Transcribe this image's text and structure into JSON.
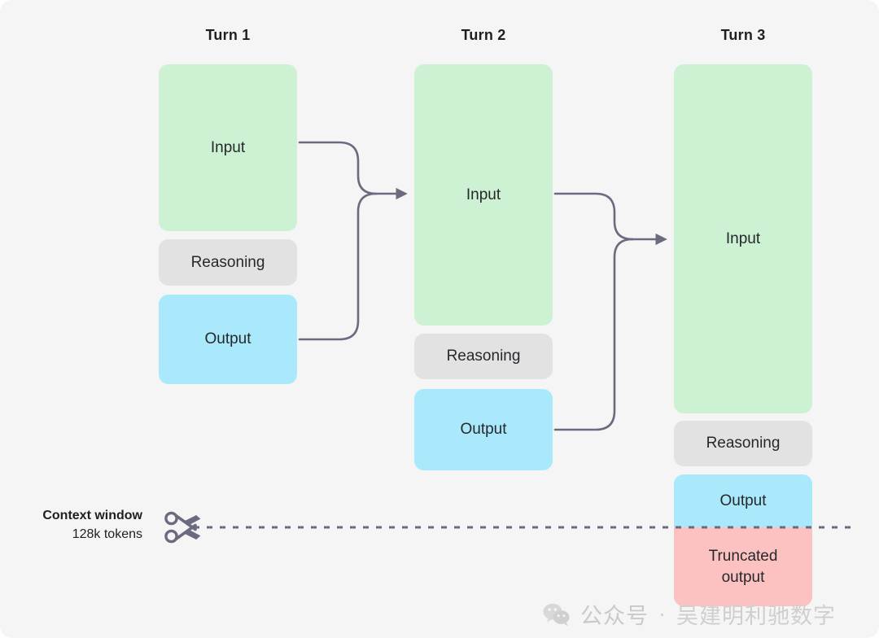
{
  "diagram": {
    "title_row": [
      {
        "label": "Turn 1"
      },
      {
        "label": "Turn 2"
      },
      {
        "label": "Turn 3"
      }
    ],
    "turns": [
      {
        "name": "Turn 1",
        "blocks": [
          {
            "kind": "input",
            "label": "Input"
          },
          {
            "kind": "reasoning",
            "label": "Reasoning"
          },
          {
            "kind": "output",
            "label": "Output"
          }
        ]
      },
      {
        "name": "Turn 2",
        "blocks": [
          {
            "kind": "input",
            "label": "Input"
          },
          {
            "kind": "reasoning",
            "label": "Reasoning"
          },
          {
            "kind": "output",
            "label": "Output"
          }
        ]
      },
      {
        "name": "Turn 3",
        "blocks": [
          {
            "kind": "input",
            "label": "Input"
          },
          {
            "kind": "reasoning",
            "label": "Reasoning"
          },
          {
            "kind": "output",
            "label": "Output"
          },
          {
            "kind": "truncated",
            "label": "Truncated output"
          }
        ]
      }
    ],
    "context_window": {
      "line1": "Context window",
      "line2": "128k tokens",
      "icon": "scissors-icon"
    },
    "colors": {
      "background": "#f5f5f5",
      "input": "#cdf2d3",
      "reasoning": "#e2e2e2",
      "output": "#a9e9fb",
      "truncated": "#fcc2c2",
      "connector": "#6b6b80",
      "text": "#26282c"
    }
  },
  "watermark": {
    "icon": "wechat-icon",
    "prefix": "公众号",
    "separator": "·",
    "name": "吴建明利驰数字"
  }
}
